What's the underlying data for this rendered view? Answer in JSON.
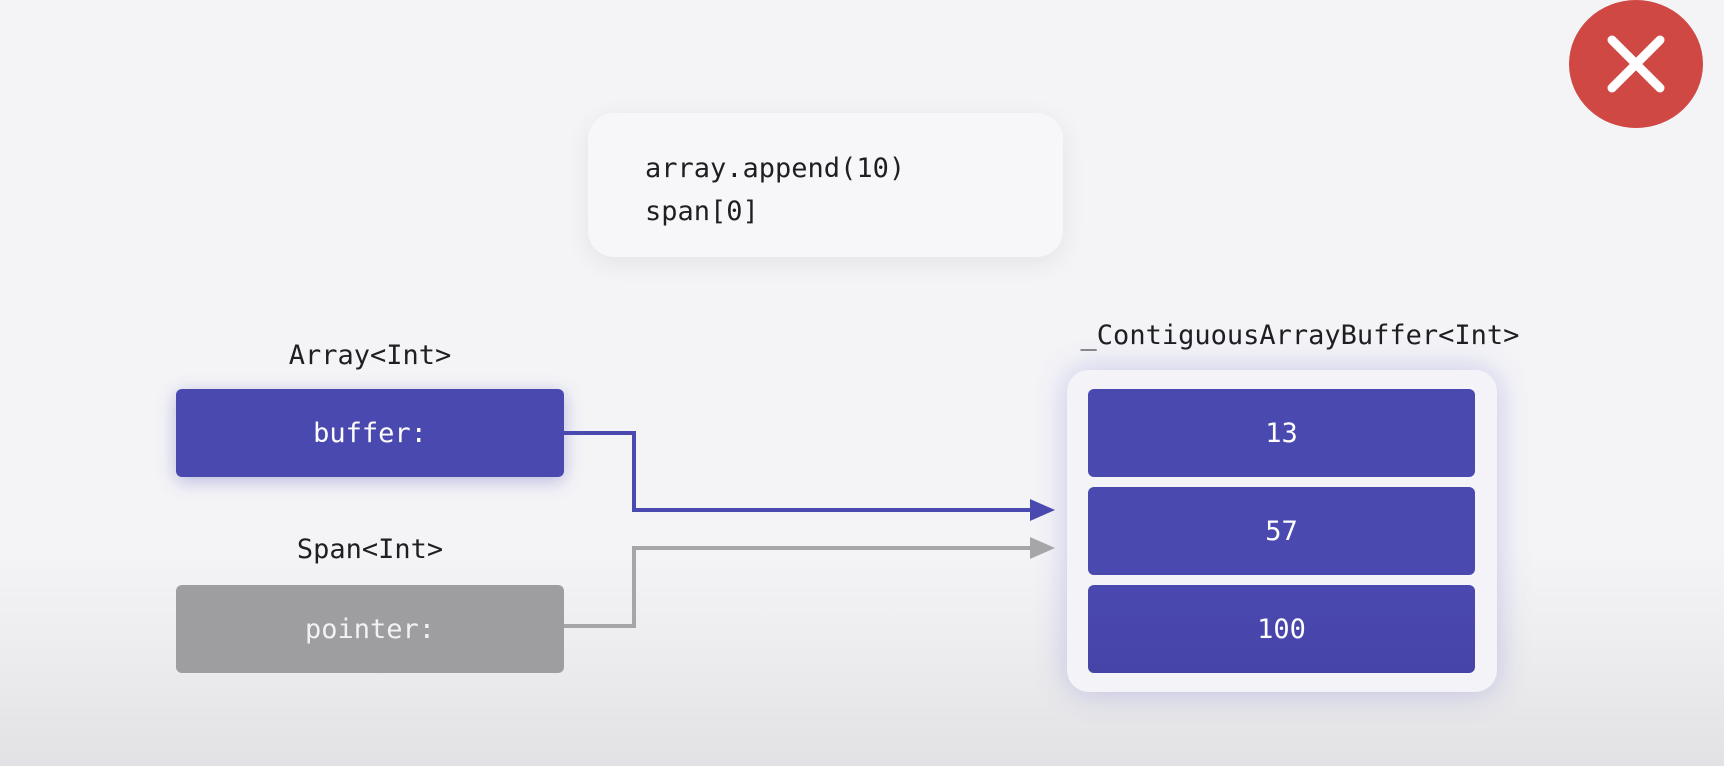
{
  "code": {
    "lines": [
      "array.append(10)",
      "span[0]"
    ]
  },
  "array": {
    "type_label": "Array<Int>",
    "field_label": "buffer:"
  },
  "span": {
    "type_label": "Span<Int>",
    "field_label": "pointer:"
  },
  "buffer": {
    "type_label": "_ContiguousArrayBuffer<Int>",
    "cells": [
      "13",
      "57",
      "100"
    ]
  },
  "close_button": {
    "icon": "close-icon"
  },
  "colors": {
    "accent": "#4a49b0",
    "inactive": "#9e9ea0",
    "close": "#cf4844",
    "background": "#f4f4f7"
  }
}
